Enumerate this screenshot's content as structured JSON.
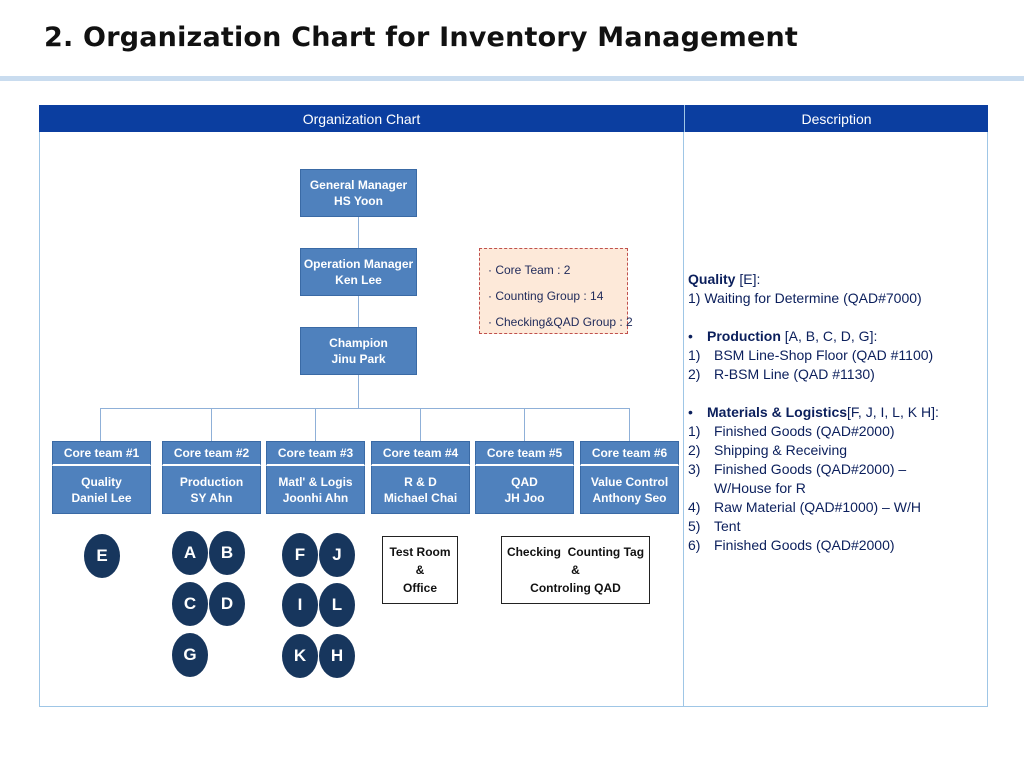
{
  "title": "2. Organization Chart for Inventory Management",
  "table": {
    "left_header": "Organization Chart",
    "right_header": "Description"
  },
  "chart": {
    "general_manager": {
      "role": "General Manager",
      "name": "HS Yoon"
    },
    "operation_manager": {
      "role": "Operation Manager",
      "name": "Ken Lee"
    },
    "champion": {
      "role": "Champion",
      "name": "Jinu Park"
    },
    "note": [
      "· Core Team  : 2",
      "· Counting Group : 14",
      "· Checking&QAD Group : 2"
    ],
    "teams": [
      {
        "header": "Core team #1",
        "dept": "Quality",
        "name": "Daniel Lee"
      },
      {
        "header": "Core team #2",
        "dept": "Production",
        "name": "SY Ahn"
      },
      {
        "header": "Core team #3",
        "dept": "Matl' & Logis",
        "name": "Joonhi Ahn"
      },
      {
        "header": "Core team #4",
        "dept": "R & D",
        "name": "Michael Chai"
      },
      {
        "header": "Core team #5",
        "dept": "QAD",
        "name": "JH Joo"
      },
      {
        "header": "Core team #6",
        "dept": "Value Control",
        "name": "Anthony Seo"
      }
    ],
    "groups": {
      "team1": [
        "E"
      ],
      "team2": [
        "A",
        "B",
        "C",
        "D",
        "G"
      ],
      "team3": [
        "F",
        "J",
        "I",
        "L",
        "K",
        "H"
      ]
    },
    "test_room": [
      "Test Room",
      "&",
      "Office"
    ],
    "checking": [
      "Checking  Counting Tag",
      "&",
      "Controling QAD"
    ]
  },
  "description": {
    "quality": {
      "label": "Quality",
      "codes": " [E]:",
      "items": [
        "1) Waiting for Determine (QAD#7000)"
      ]
    },
    "production": {
      "bullet": "•",
      "label": "Production",
      "codes": " [A, B, C, D, G]:",
      "items": [
        {
          "n": "1)",
          "t": "BSM Line-Shop Floor (QAD #1100)"
        },
        {
          "n": "2)",
          "t": "R-BSM Line (QAD #1130)"
        }
      ]
    },
    "materials": {
      "bullet": "•",
      "label": "Materials & Logistics",
      "codes": " [F, J, I, L, K H]:",
      "items": [
        {
          "n": "1)",
          "t": "Finished Goods (QAD#2000)"
        },
        {
          "n": "2)",
          "t": "Shipping & Receiving"
        },
        {
          "n": "3)",
          "t": "Finished Goods (QAD#2000) –"
        },
        {
          "n": "",
          "t": "W/House for R"
        },
        {
          "n": "4)",
          "t": "Raw Material (QAD#1000) – W/H"
        },
        {
          "n": "5)",
          "t": "Tent"
        },
        {
          "n": "6)",
          "t": "Finished Goods (QAD#2000)"
        }
      ]
    }
  }
}
